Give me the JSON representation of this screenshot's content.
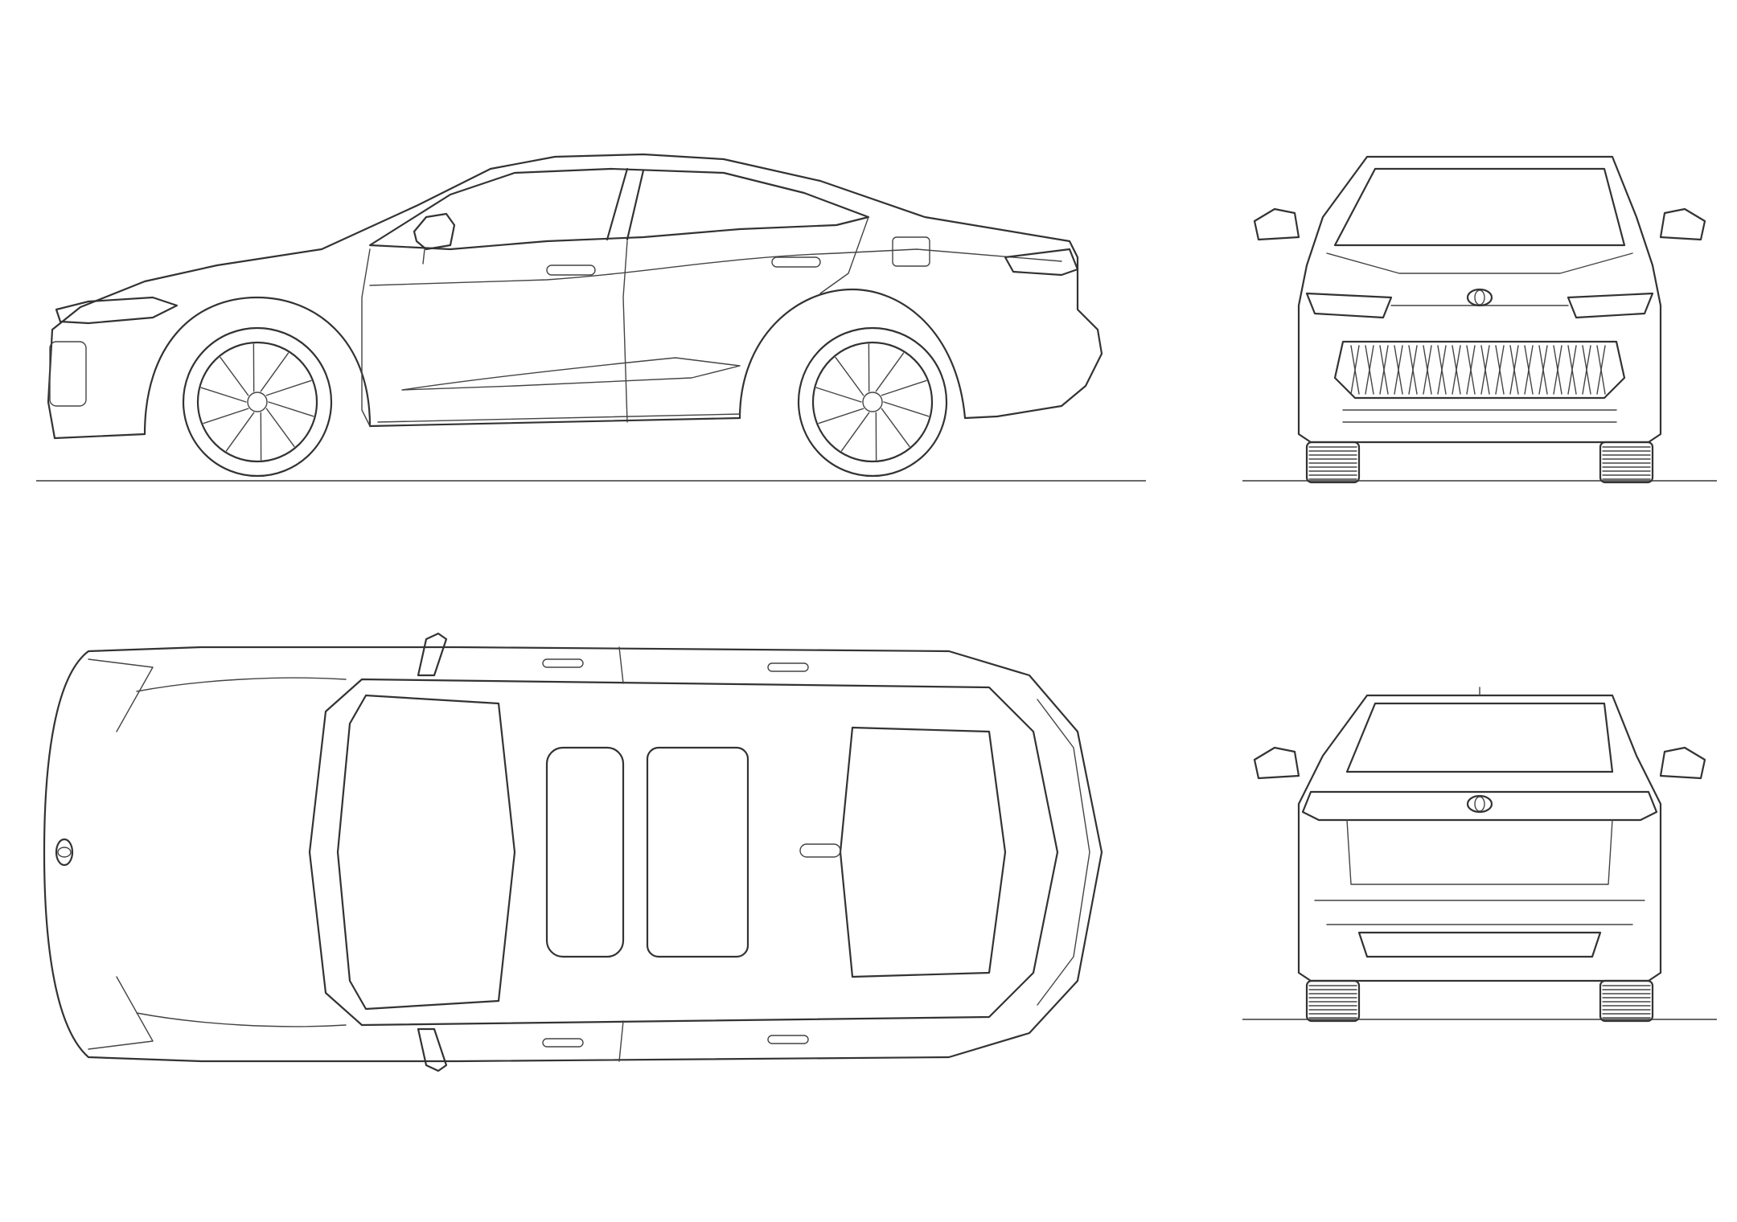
{
  "views": [
    {
      "id": "side",
      "icons": [
        "car-side-view"
      ]
    },
    {
      "id": "front",
      "icons": [
        "car-front-view",
        "brand-emblem"
      ]
    },
    {
      "id": "top",
      "icons": [
        "car-top-view",
        "brand-emblem"
      ]
    },
    {
      "id": "rear",
      "icons": [
        "car-rear-view",
        "brand-emblem"
      ]
    }
  ],
  "colors": {
    "line": "#333333",
    "background": "#ffffff"
  }
}
